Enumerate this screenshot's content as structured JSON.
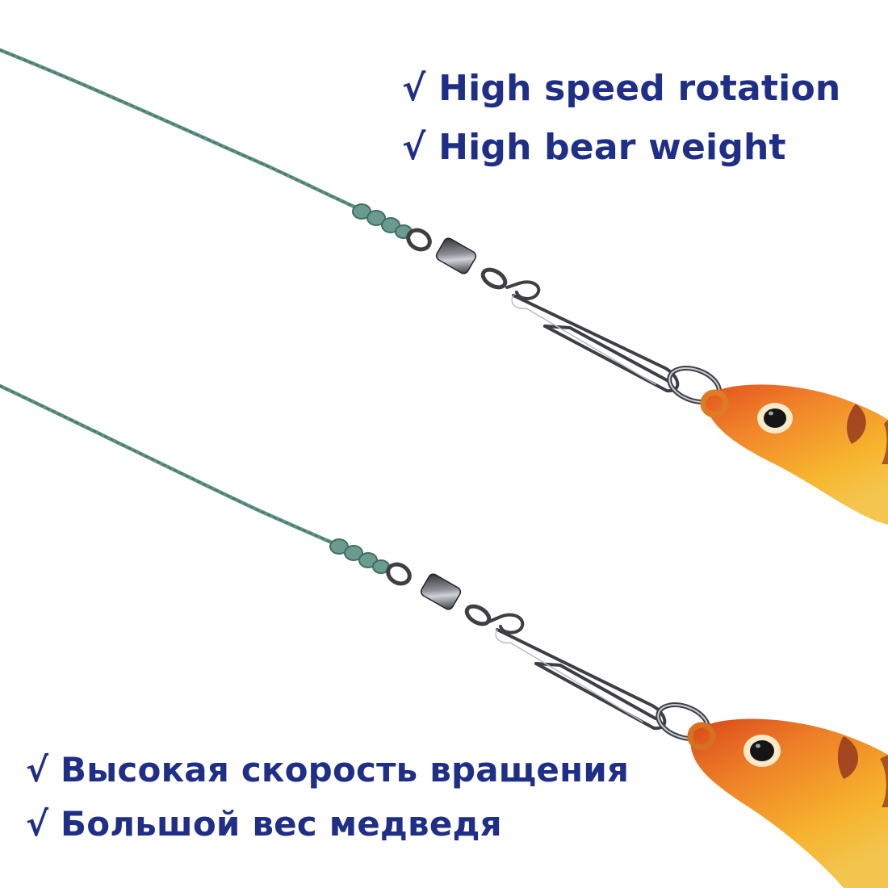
{
  "captions": {
    "en": [
      "√ High speed rotation",
      "√ High bear weight"
    ],
    "ru": [
      "√ Высокая скорость вращения",
      "√ Большой вес медведя"
    ]
  },
  "colors": {
    "text": "#1f2e86",
    "line": "#5f9187",
    "line_dark": "#3f6e63",
    "steel": "#3d3f44",
    "steel_light": "#b8bcc4",
    "lure_orange": "#f1852a",
    "lure_yellow": "#f7b52e",
    "lure_red": "#e2521e",
    "lure_stripe": "#8a2c1c",
    "eye": "#151515"
  },
  "objects": {
    "rig_count": 2,
    "parts": [
      "fishing-line",
      "line-knot",
      "barrel-swivel",
      "snap-clip",
      "split-ring",
      "lure"
    ]
  }
}
